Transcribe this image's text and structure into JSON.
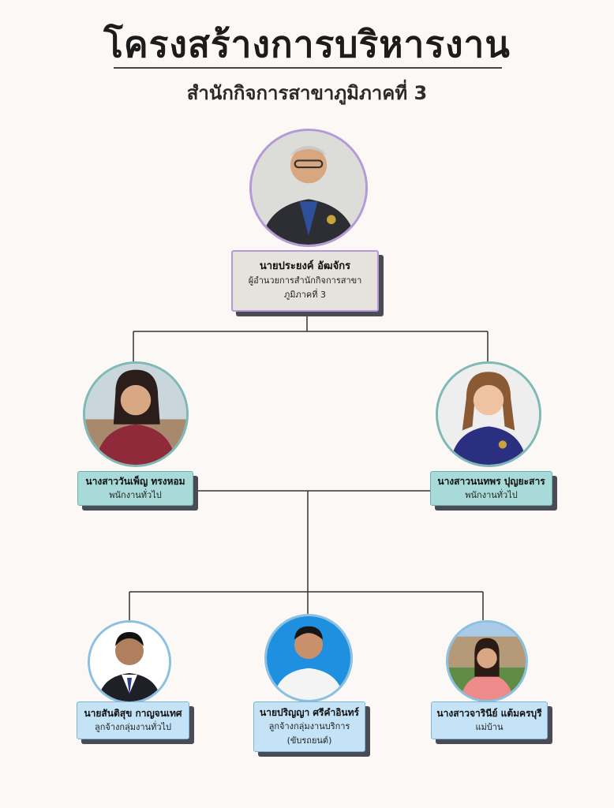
{
  "header": {
    "title": "โครงสร้างการบริหารงาน",
    "subtitle": "สำนักกิจการสาขาภูมิภาคที่ 3"
  },
  "colors": {
    "background": "#fcf8f5",
    "director_box": "#e6e3dc",
    "director_ring": "#b59ad8",
    "staff_box": "#a7dad8",
    "staff_ring": "#7fb9b6",
    "worker_box": "#c5e3f6",
    "worker_ring": "#8cc0e0",
    "connector": "#333333"
  },
  "director": {
    "name": "นายประยงค์  อัฒจักร",
    "role_line1": "ผู้อำนวยการสำนักกิจการสาขา",
    "role_line2": "ภูมิภาคที่ 3",
    "photo_icon": "person-portrait"
  },
  "staff": [
    {
      "name": "นางสาววันเพ็ญ  ทรงหอม",
      "role": "พนักงานทั่วไป",
      "photo_icon": "person-portrait"
    },
    {
      "name": "นางสาวนนทพร  ปุญยะสาร",
      "role": "พนักงานทั่วไป",
      "photo_icon": "person-portrait"
    }
  ],
  "workers": [
    {
      "name": "นายสันติสุข  กาญจนเทศ",
      "role_line1": "ลูกจ้างกลุ่มงานทั่วไป",
      "role_line2": "",
      "photo_icon": "person-portrait"
    },
    {
      "name": "นายปริญญา  ศรีคำอินทร์",
      "role_line1": "ลูกจ้างกลุ่มงานบริการ",
      "role_line2": "(ขับรถยนต์)",
      "photo_icon": "person-portrait"
    },
    {
      "name": "นางสาวจารินีย์  แต้มครบุรี",
      "role_line1": "แม่บ้าน",
      "role_line2": "",
      "photo_icon": "person-portrait"
    }
  ]
}
